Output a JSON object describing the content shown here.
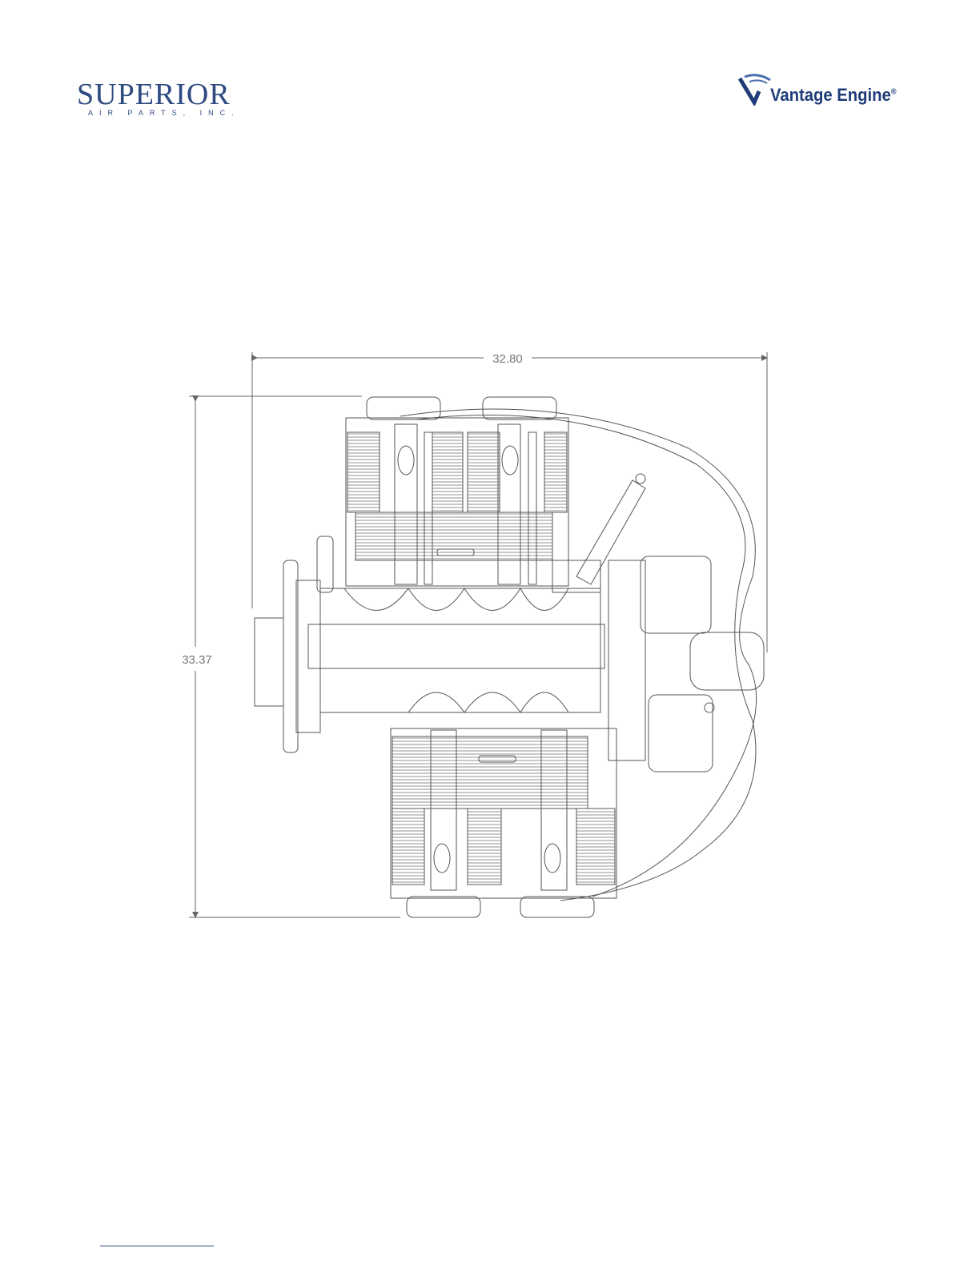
{
  "header": {
    "left_logo": {
      "name": "SUPERIOR",
      "tagline": "AIR PARTS, INC.",
      "color": "#2e4a80"
    },
    "right_logo": {
      "name": "Vantage Engine",
      "mark": "®",
      "color": "#1f3c79"
    }
  },
  "drawing": {
    "subject": "engine-top-view",
    "width_dimension": "32.80",
    "height_dimension": "33.37",
    "line_color": "#555555"
  }
}
